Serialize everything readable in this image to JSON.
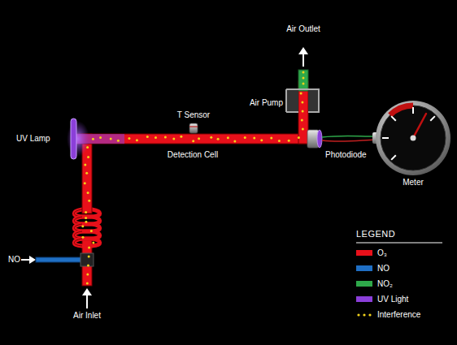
{
  "diagram": {
    "labels": [
      "Air Outlet",
      "Air Pump",
      "T Sensor",
      "UV Lamp",
      "Detection Cell",
      "Photodiode",
      "Meter",
      "NO",
      "Air Inlet",
      "LEGEND"
    ],
    "legend": [
      {
        "text": "O₃",
        "color": "#e8101a"
      },
      {
        "text": "NO",
        "color": "#1f6fc4"
      },
      {
        "text": "NO₂",
        "color": "#2ea84a"
      },
      {
        "text": "UV Light",
        "color": "#8b3fd9"
      },
      {
        "text": "Interference"
      }
    ]
  }
}
